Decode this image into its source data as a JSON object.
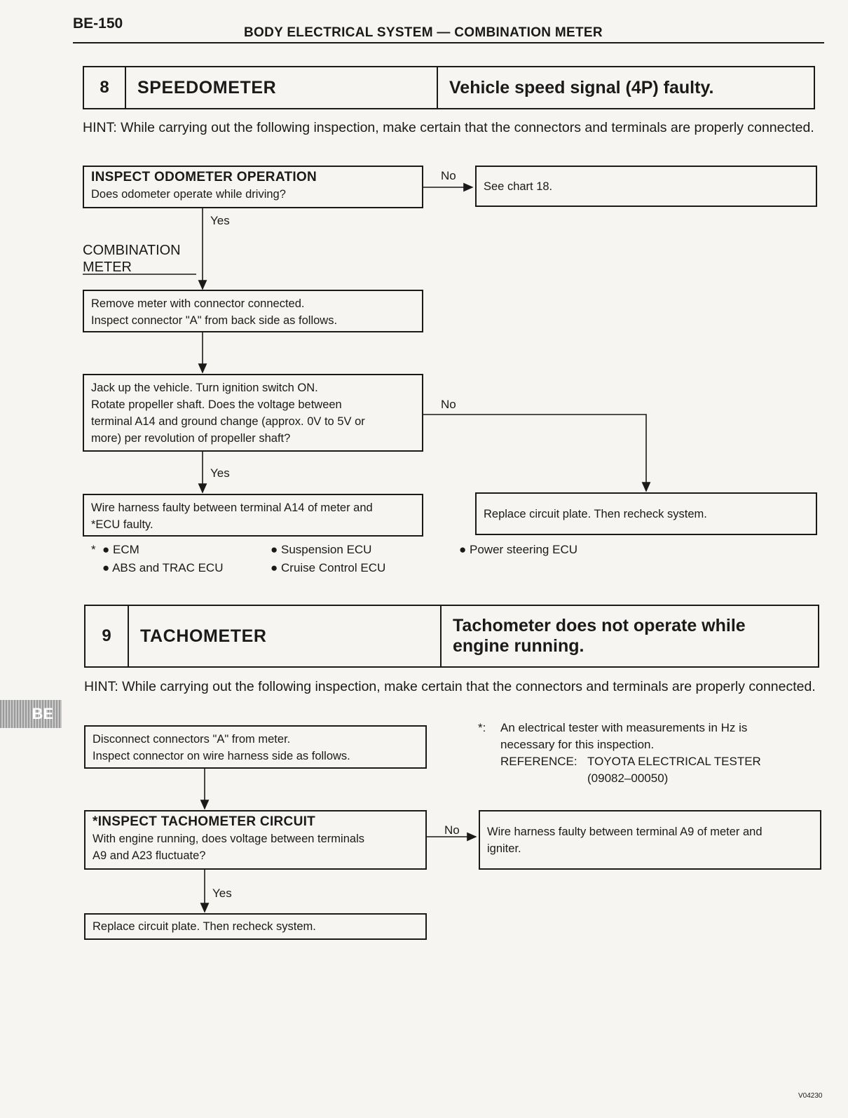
{
  "header": {
    "page_number": "BE-150",
    "title": "BODY ELECTRICAL SYSTEM — COMBINATION METER"
  },
  "section8": {
    "number": "8",
    "name": "SPEEDOMETER",
    "symptom": "Vehicle speed signal (4P) faulty.",
    "hint": "HINT:  While carrying out the following inspection, make certain that the connectors and terminals are properly connected.",
    "inspect_odometer": {
      "title": "INSPECT ODOMETER OPERATION",
      "question": "Does odometer operate while driving?"
    },
    "no_label_1": "No",
    "see_chart": "See chart 18.",
    "yes_label_1": "Yes",
    "side_label_line1": "COMBINATION",
    "side_label_line2": "METER",
    "remove_meter": {
      "line1": "Remove meter with connector connected.",
      "line2": "Inspect connector \"A\" from back side as follows."
    },
    "jack_up": {
      "line1": "Jack up the vehicle. Turn ignition switch ON.",
      "line2": "Rotate propeller shaft. Does the voltage between",
      "line3": "terminal A14 and ground change (approx. 0V to 5V or",
      "line4": "more) per revolution of propeller shaft?"
    },
    "no_label_2": "No",
    "yes_label_2": "Yes",
    "wire_harness": {
      "line1": "Wire harness faulty between terminal A14 of meter and",
      "line2": "*ECU faulty."
    },
    "replace_plate": "Replace circuit plate. Then recheck system.",
    "ecu_list": {
      "star": "*",
      "ecm": "ECM",
      "suspension": "Suspension ECU",
      "power_steering": "Power steering ECU",
      "abs_trac": "ABS and TRAC ECU",
      "cruise": "Cruise Control ECU"
    }
  },
  "section9": {
    "number": "9",
    "name": "TACHOMETER",
    "symptom_line1": "Tachometer does not operate while",
    "symptom_line2": "engine running.",
    "hint": "HINT:  While carrying out the following inspection, make certain that the connectors and terminals are properly connected.",
    "disconnect": {
      "line1": "Disconnect connectors \"A\" from meter.",
      "line2": "Inspect connector on wire harness side as follows."
    },
    "note": {
      "marker": "*:",
      "line1": "An electrical tester with measurements in Hz is",
      "line2": "necessary for this inspection.",
      "ref_label": "REFERENCE:",
      "ref_value": "TOYOTA ELECTRICAL TESTER",
      "ref_code": "(09082–00050)"
    },
    "inspect_tach": {
      "title": "*INSPECT TACHOMETER CIRCUIT",
      "line1": "With engine running, does voltage between terminals",
      "line2": "A9 and A23 fluctuate?"
    },
    "no_label": "No",
    "wire_harness": {
      "line1": "Wire harness faulty between terminal A9 of meter and",
      "line2": "igniter."
    },
    "yes_label": "Yes",
    "replace_plate": "Replace circuit plate. Then recheck system."
  },
  "side_tab": "BE",
  "figure_code": "V04230"
}
